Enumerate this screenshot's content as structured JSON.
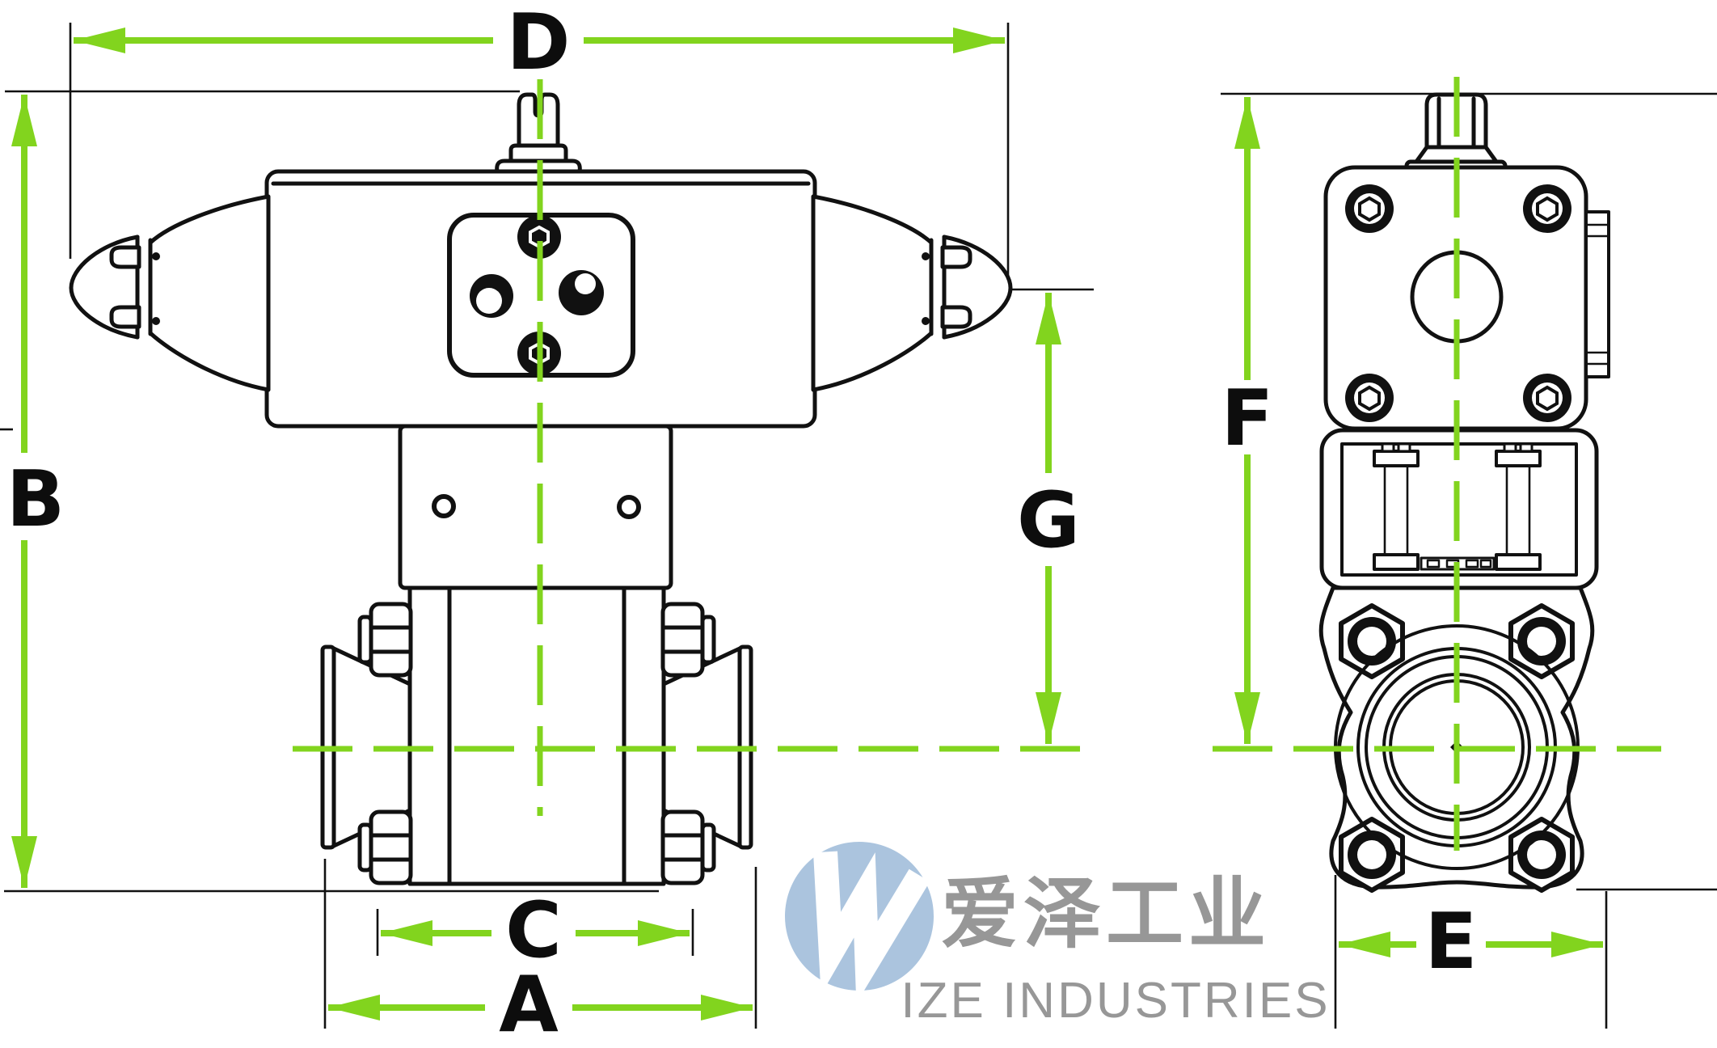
{
  "drawing": {
    "type": "technical-dimension-drawing",
    "subject": "pneumatic actuator with tri-clamp ball valve, front and side views"
  },
  "dimensions": {
    "d": "D",
    "b": "B",
    "g": "G",
    "f": "F",
    "c": "C",
    "a": "A",
    "e": "E"
  },
  "watermark": {
    "cn": "爱泽工业",
    "en": "IZE INDUSTRIES"
  },
  "colors": {
    "dimension_green": "#82d41e",
    "logo_blue": "#a4c0dc",
    "watermark_gray": "#8f8f8f",
    "line_black": "#111111"
  }
}
